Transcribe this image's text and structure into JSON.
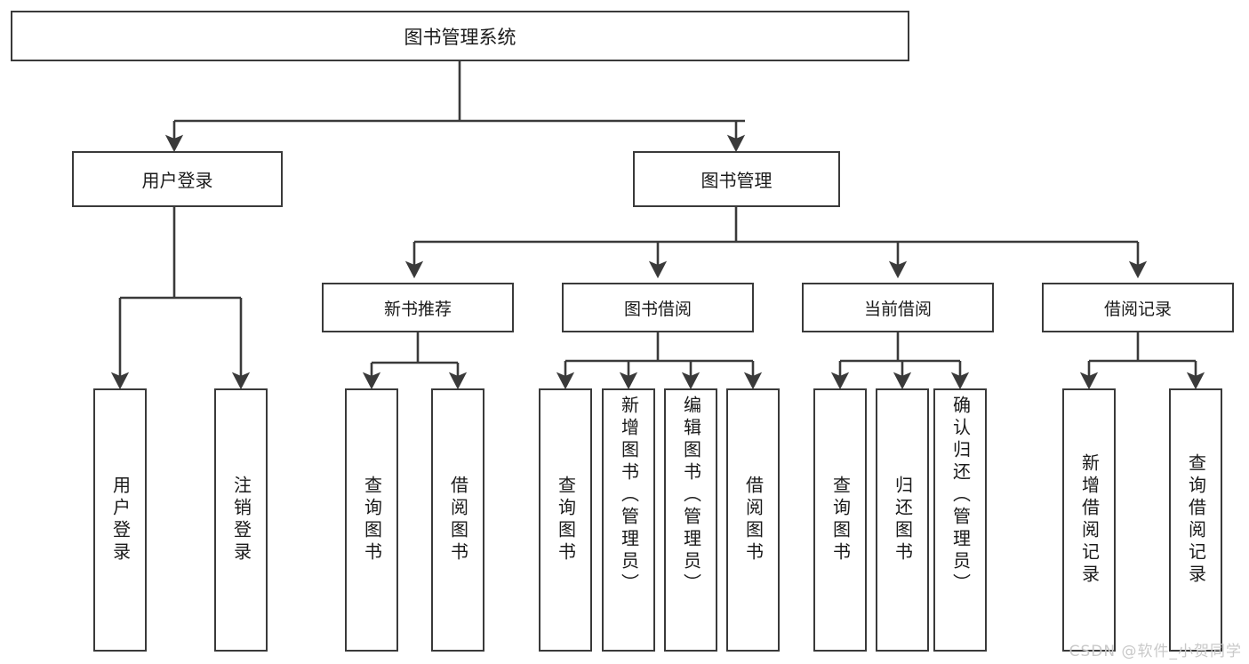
{
  "diagram": {
    "type": "tree",
    "title": "图书管理系统",
    "root": {
      "label": "图书管理系统"
    },
    "level1": [
      {
        "label": "用户登录"
      },
      {
        "label": "图书管理"
      }
    ],
    "level2": [
      {
        "label": "新书推荐"
      },
      {
        "label": "图书借阅"
      },
      {
        "label": "当前借阅"
      },
      {
        "label": "借阅记录"
      }
    ],
    "leaves": {
      "user_login": [
        {
          "label": "用户登录"
        },
        {
          "label": "注销登录"
        }
      ],
      "new_book_recommend": [
        {
          "label": "查询图书"
        },
        {
          "label": "借阅图书"
        }
      ],
      "book_borrow": [
        {
          "label": "查询图书"
        },
        {
          "label": "新增图书（管理员）"
        },
        {
          "label": "编辑图书（管理员）"
        },
        {
          "label": "借阅图书"
        }
      ],
      "current_borrow": [
        {
          "label": "查询图书"
        },
        {
          "label": "归还图书"
        },
        {
          "label": "确认归还（管理员）"
        }
      ],
      "borrow_record": [
        {
          "label": "新增借阅记录"
        },
        {
          "label": "查询借阅记录"
        }
      ]
    }
  },
  "watermark": {
    "text": "CSDN @软件_小贺同学"
  },
  "colors": {
    "box_border": "#3a3a3a",
    "box_fill": "#ffffff",
    "text": "#1a1a1a",
    "connector": "#3a3a3a",
    "watermark": "#c9c9c9"
  }
}
